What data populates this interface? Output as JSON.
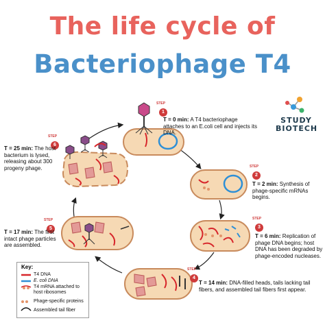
{
  "title": {
    "line1": "The life cycle of",
    "line2": "Bacteriophage T4",
    "color1": "#e8635d",
    "color2": "#4a90c9"
  },
  "brand": {
    "line1": "STUDY",
    "line2": "BIOTECH"
  },
  "step_word": "STEP",
  "steps": [
    {
      "number": "1",
      "time": "T = 0 min:",
      "text": "A T4 bacteriophage attaches to an E.coli cell and injects its DNA."
    },
    {
      "number": "2",
      "time": "T = 2 min:",
      "text": "Synthesis of phage-specific mRNAs begins."
    },
    {
      "number": "3",
      "time": "T = 6 min:",
      "text": "Replication of phage DNA begins; host DNA has been degraded by phage-encoded nucleases."
    },
    {
      "number": "4",
      "time": "T = 14 min:",
      "text": "DNA-filled heads, tails lacking tail fibers, and assembled tail fibers first appear."
    },
    {
      "number": "5",
      "time": "T = 17 min:",
      "text": "The first intact phage particles are assembled."
    },
    {
      "number": "6",
      "time": "T = 25 min:",
      "text": "The host bacterium is lysed, releasing about 300 progeny phage."
    }
  ],
  "key": {
    "title": "Key:",
    "items": [
      {
        "label": "T4 DNA",
        "color": "#d7262b",
        "icon": "red-line"
      },
      {
        "label": "E. coli DNA",
        "color": "#2e8fd6",
        "icon": "blue-line"
      },
      {
        "label": "T4 mRNA attached to host ribosomes",
        "color": "#d7262b",
        "icon": "mrna-ribosome"
      },
      {
        "label": "Phage-specific proteins",
        "color": "#e3946a",
        "icon": "dot"
      },
      {
        "label": "Assembled tail fiber",
        "color": "#111111",
        "icon": "arc"
      }
    ]
  },
  "colors": {
    "cell_fill": "#f6d9b4",
    "cell_stroke": "#c88a5c",
    "step_badge": "#cf3b3b",
    "arrow": "#222222"
  }
}
